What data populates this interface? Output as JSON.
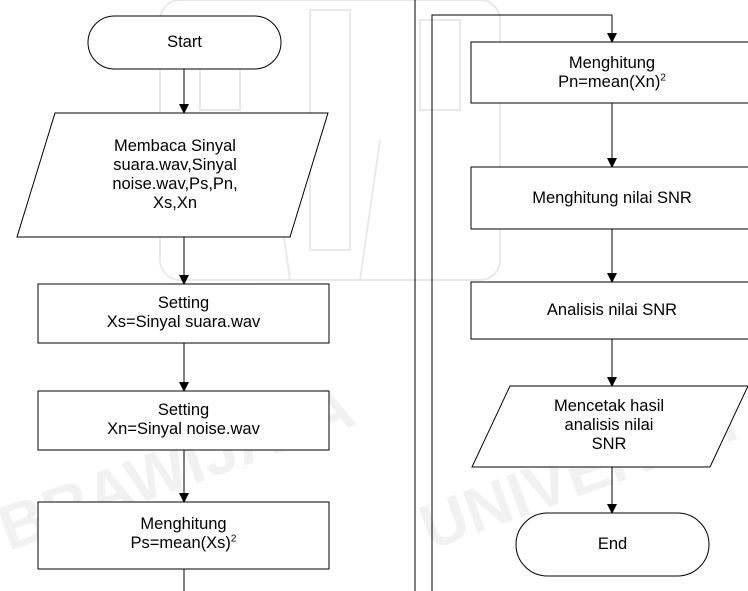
{
  "flowchart": {
    "start": "Start",
    "read_input": [
      "Membaca Sinyal",
      "suara.wav,Sinyal",
      "noise.wav,Ps,Pn,",
      "Xs,Xn"
    ],
    "setting_xs": [
      "Setting",
      "Xs=Sinyal suara.wav"
    ],
    "setting_xn": [
      "Setting",
      "Xn=Sinyal noise.wav"
    ],
    "compute_ps": {
      "line1": "Menghitung",
      "line2": "Ps=mean(Xs)",
      "exp": "2"
    },
    "compute_pn": {
      "line1": "Menghitung",
      "line2": "Pn=mean(Xn)",
      "exp": "2"
    },
    "compute_snr": "Menghitung nilai SNR",
    "analyze_snr": "Analisis nilai SNR",
    "print_result": [
      "Mencetak hasil",
      "analisis nilai",
      "SNR"
    ],
    "end": "End"
  },
  "watermark": {
    "left_text": "BRAWIJAYA",
    "right_text": "UNIVERSITAS"
  }
}
